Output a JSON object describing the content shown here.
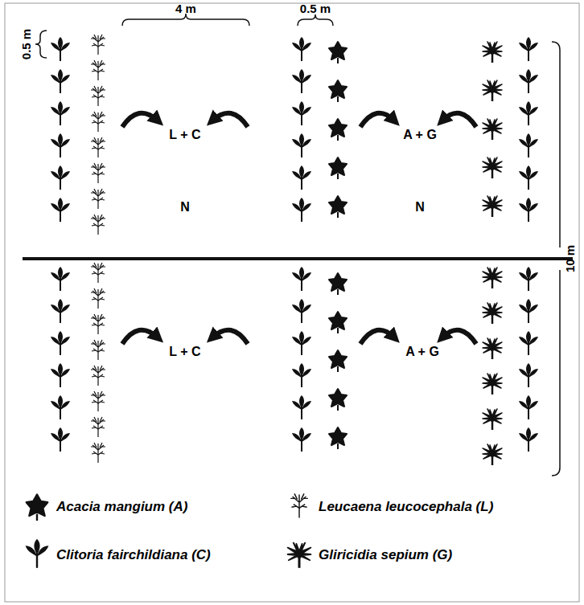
{
  "diagram": {
    "labels": [
      "0.5 m",
      "4 m",
      "0.5 m",
      "10 m",
      "L + C",
      "N",
      "A + G",
      "N",
      "L + C",
      "A + G"
    ],
    "legend": [
      {
        "text": "Acacia mangium (A)"
      },
      {
        "text": "Leucaena leucocephala (L)"
      },
      {
        "text": "Clitoria fairchildiana (C)"
      },
      {
        "text": "Gliricidia sepium (G)"
      }
    ]
  }
}
